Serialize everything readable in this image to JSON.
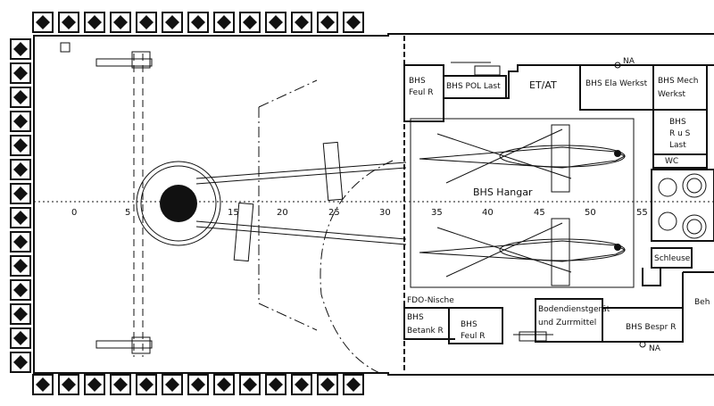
{
  "rooms": {
    "feul_r_top": [
      "BHS",
      "Feul R"
    ],
    "pol_last": "BHS POL Last",
    "et_at": "ET/AT",
    "ela_werkst": "BHS Ela Werkst",
    "mech_werkst": [
      "BHS Mech",
      "Werkst"
    ],
    "rus_last": [
      "BHS",
      "R u S",
      "Last"
    ],
    "wc": "WC",
    "hangar": "BHS Hangar",
    "schleuse": "Schleuse",
    "beh": "Beh",
    "fdo_nische": "FDO-Nische",
    "betank_r": [
      "BHS",
      "Betank R"
    ],
    "feul_r_bottom": [
      "BHS",
      "Feul R"
    ],
    "bodendienst": [
      "Bodendienstgerät",
      "und Zurrmittel"
    ],
    "bespr_r": "BHS Bespr R",
    "na_top": "NA",
    "na_bottom": "NA"
  },
  "scale_marks": [
    "0",
    "5",
    "15",
    "20",
    "25",
    "30",
    "35",
    "40",
    "45",
    "50",
    "55"
  ]
}
